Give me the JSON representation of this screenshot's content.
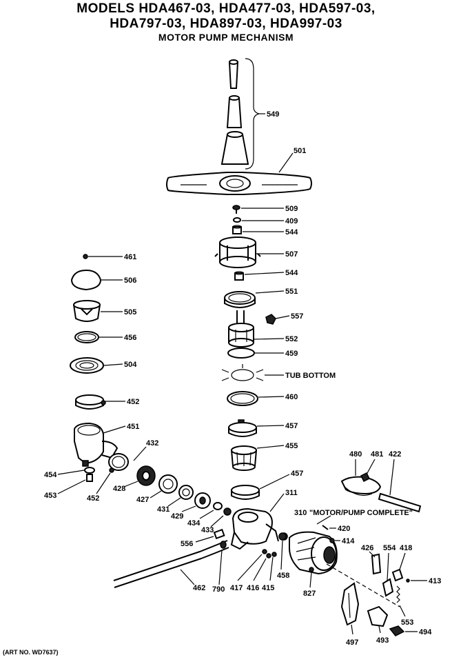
{
  "header": {
    "line1": "MODELS HDA467-03, HDA477-03, HDA597-03,",
    "line2": "HDA797-03, HDA897-03, HDA997-03",
    "line3": "MOTOR PUMP MECHANISM"
  },
  "art_number": "(ART NO. WD7637)",
  "labels": {
    "p549": "549",
    "p501": "501",
    "p509": "509",
    "p409": "409",
    "p544a": "544",
    "p507": "507",
    "p544b": "544",
    "p551": "551",
    "p557": "557",
    "p552": "552",
    "p459": "459",
    "tub": "TUB BOTTOM",
    "p460": "460",
    "p457a": "457",
    "p455": "455",
    "p457b": "457",
    "p311": "311",
    "p310": "310",
    "motor": "\"MOTOR/PUMP COMPLETE\"",
    "p420": "420",
    "p414": "414",
    "p461": "461",
    "p506": "506",
    "p505": "505",
    "p456": "456",
    "p504": "504",
    "p452a": "452",
    "p451": "451",
    "p432": "432",
    "p454": "454",
    "p453": "453",
    "p452b": "452",
    "p428": "428",
    "p427": "427",
    "p431": "431",
    "p429": "429",
    "p434": "434",
    "p433": "433",
    "p556": "556",
    "p462": "462",
    "p790": "790",
    "p417": "417",
    "p416": "416",
    "p415": "415",
    "p458": "458",
    "p827": "827",
    "p480": "480",
    "p481": "481",
    "p422": "422",
    "p426": "426",
    "p554": "554",
    "p418": "418",
    "p413": "413",
    "p553": "553",
    "p497": "497",
    "p493": "493",
    "p494": "494"
  }
}
